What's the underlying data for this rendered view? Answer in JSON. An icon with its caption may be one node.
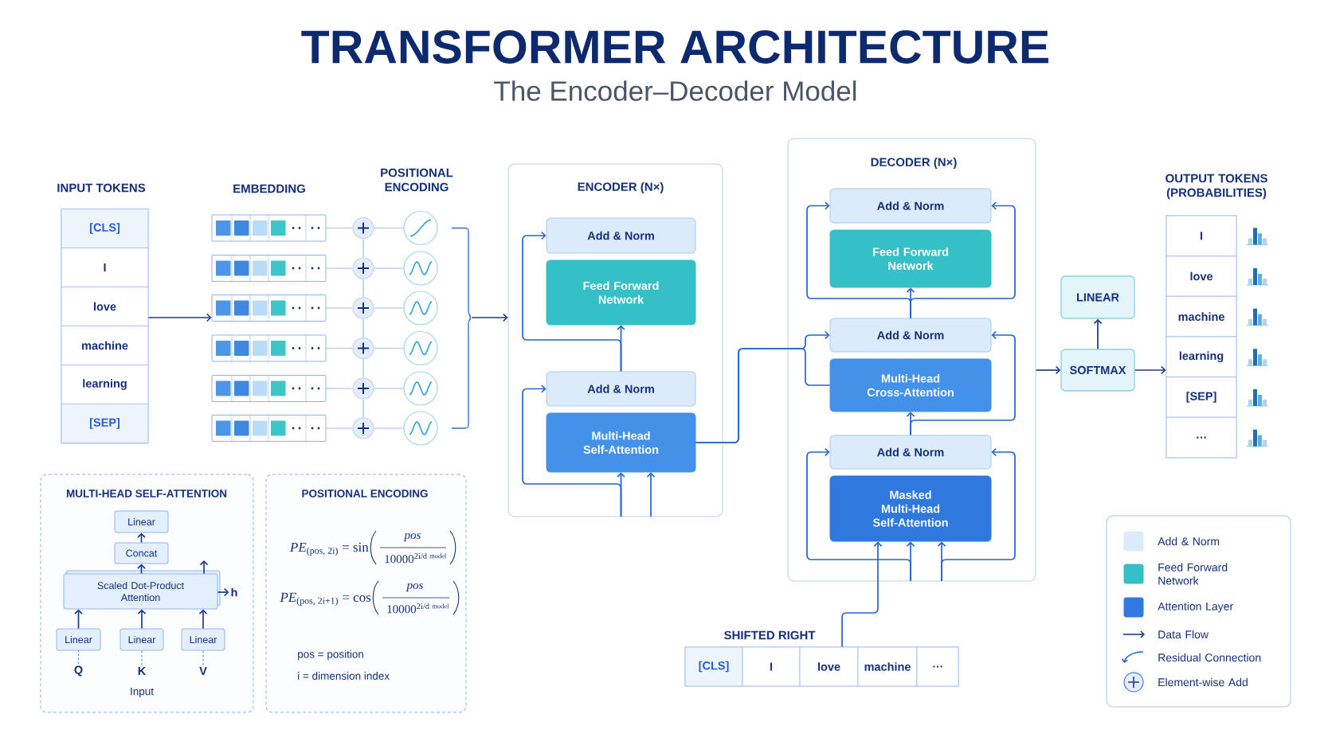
{
  "diagram": {
    "title": "TRANSFORMER ARCHITECTURE",
    "nodes": [
      {
        "text": [
          "INPUT TOKENS"
        ]
      },
      {
        "text": [
          "[CLS]"
        ],
        "in": 0
      },
      {
        "text": [
          "I"
        ],
        "in": 0
      },
      {
        "text": [
          "love"
        ],
        "in": 0
      },
      {
        "text": [
          "machine"
        ],
        "in": 0
      },
      {
        "text": [
          "learning"
        ],
        "in": 0
      },
      {
        "text": [
          "[SEP]"
        ],
        "in": 0
      },
      {
        "text": [],
        "shape": "bar"
      },
      {
        "text": [],
        "shape": "bar"
      },
      {
        "text": [],
        "shape": "bar"
      },
      {
        "text": [],
        "shape": "bar"
      },
      {
        "text": [],
        "shape": "bar"
      },
      {
        "text": [],
        "shape": "bar"
      },
      {
        "text": [],
        "shape": "circle"
      },
      {
        "text": [],
        "shape": "circle"
      },
      {
        "text": [],
        "shape": "circle"
      },
      {
        "text": [],
        "shape": "circle"
      },
      {
        "text": [],
        "shape": "circle"
      },
      {
        "text": [],
        "shape": "circle"
      },
      {
        "text": [],
        "shape": "circle"
      },
      {
        "text": [],
        "shape": "circle"
      },
      {
        "text": [],
        "shape": "circle"
      },
      {
        "text": [],
        "shape": "circle"
      },
      {
        "text": [],
        "shape": "circle"
      },
      {
        "text": [],
        "shape": "circle"
      },
      {
        "text": [],
        "shape": "bracket"
      },
      {
        "text": [
          "ENCODER (N×)"
        ]
      },
      {
        "text": [
          "Add & Norm"
        ],
        "in": 26
      },
      {
        "text": [
          "Feed Forward Network"
        ],
        "in": 26
      },
      {
        "text": [
          "Add & Norm"
        ],
        "in": 26
      },
      {
        "text": [
          "Multi-Head Self-Attention"
        ],
        "in": 26
      },
      {
        "text": [
          "DECODER (N×)"
        ]
      },
      {
        "text": [
          "Add & Norm"
        ],
        "in": 31
      },
      {
        "text": [
          "Feed Forward Network"
        ],
        "in": 31
      },
      {
        "text": [
          "Add & Norm"
        ],
        "in": 31
      },
      {
        "text": [
          "Multi-Head Cross-Attention"
        ],
        "in": 31
      },
      {
        "text": [
          "Add & Norm"
        ],
        "in": 31
      },
      {
        "text": [
          "Masked Multi-Head Self-Attention"
        ],
        "in": 31
      },
      {
        "text": [
          "LINEAR"
        ]
      },
      {
        "text": [
          "SOFTMAX"
        ]
      },
      {
        "text": [
          "OUTPUT TOKENS (PROBABILITIES)"
        ]
      },
      {
        "text": [
          "I"
        ],
        "in": 40
      },
      {
        "text": [
          "love"
        ],
        "in": 40
      },
      {
        "text": [
          "machine"
        ],
        "in": 40
      },
      {
        "text": [
          "learning"
        ],
        "in": 40
      },
      {
        "text": [
          "[SEP]"
        ],
        "in": 40
      },
      {
        "text": [
          "…"
        ],
        "in": 40
      },
      {
        "text": [
          "MULTI-HEAD SELF-ATTENTION",
          "Input"
        ]
      },
      {
        "text": [
          "Linear"
        ],
        "in": 47
      },
      {
        "text": [
          "Concat"
        ],
        "in": 47
      },
      {
        "text": [
          "Scaled Dot-Product Attention"
        ],
        "in": 47
      },
      {
        "text": [
          "h"
        ],
        "in": 47
      },
      {
        "text": [
          "Linear"
        ],
        "in": 47
      },
      {
        "text": [
          "Linear"
        ],
        "in": 47
      },
      {
        "text": [
          "Linear"
        ],
        "in": 47
      },
      {
        "text": [
          "Q"
        ],
        "in": 47
      },
      {
        "text": [
          "K"
        ],
        "in": 47
      },
      {
        "text": [
          "V"
        ],
        "in": 47
      },
      {
        "text": [
          "POSITIONAL ENCODING",
          "*PE*$_{(pos, 2i)}$ = sin",
          "pos",
          "10000$^{2i/d}$",
          "model",
          "*PE*$_{(pos, 2i+1)}$ = cos",
          "pos",
          "10000$^{2i/d}$",
          "model",
          "pos = position",
          "i = dimension index"
        ]
      },
      {
        "text": [
          "SHIFTED RIGHT"
        ]
      },
      {
        "text": [
          "[CLS]"
        ],
        "in": 59
      },
      {
        "text": [
          "I"
        ],
        "in": 59
      },
      {
        "text": [
          "love"
        ],
        "in": 59
      },
      {
        "text": [
          "machine"
        ],
        "in": 59
      },
      {
        "text": [
          "…"
        ],
        "in": 59
      }
    ],
    "edges": [
      {
        "from": 0,
        "to": 9,
        "arrow": "to",
        "color": "#1b3a8c"
      },
      {
        "from": 7,
        "to": 13,
        "arrow": "none",
        "color": "#bcd0ee"
      },
      {
        "from": 8,
        "to": 14,
        "arrow": "none",
        "color": "#bcd0ee"
      },
      {
        "from": 9,
        "to": 15,
        "arrow": "none",
        "color": "#bcd0ee"
      },
      {
        "from": 10,
        "to": 16,
        "arrow": "none",
        "color": "#bcd0ee"
      },
      {
        "from": 11,
        "to": 17,
        "arrow": "none",
        "color": "#bcd0ee"
      },
      {
        "from": 12,
        "to": 18,
        "arrow": "none",
        "color": "#bcd0ee"
      },
      {
        "from": 13,
        "to": 19,
        "arrow": "none",
        "color": "#bcd0ee"
      },
      {
        "from": 14,
        "to": 20,
        "arrow": "none",
        "color": "#bcd0ee"
      },
      {
        "from": 15,
        "to": 21,
        "arrow": "none",
        "color": "#bcd0ee"
      },
      {
        "from": 16,
        "to": 22,
        "arrow": "none",
        "color": "#bcd0ee"
      },
      {
        "from": 17,
        "to": 23,
        "arrow": "none",
        "color": "#bcd0ee"
      },
      {
        "from": 18,
        "to": 24,
        "arrow": "none",
        "color": "#bcd0ee"
      },
      {
        "from": 13,
        "to": 14,
        "arrow": "none",
        "color": "#bcd0ee"
      },
      {
        "from": 14,
        "to": 15,
        "arrow": "none",
        "color": "#bcd0ee"
      },
      {
        "from": 15,
        "to": 16,
        "arrow": "none",
        "color": "#bcd0ee"
      },
      {
        "from": 16,
        "to": 17,
        "arrow": "none",
        "color": "#bcd0ee"
      },
      {
        "from": 17,
        "to": 18,
        "arrow": "none",
        "color": "#bcd0ee"
      },
      {
        "from": 25,
        "to": 26,
        "arrow": "to",
        "color": "#1b3a8c"
      },
      {
        "from": 29,
        "to": 28,
        "arrow": "to",
        "color": "#2563d0"
      },
      {
        "from": 29,
        "to": 27,
        "arrow": "to",
        "color": "#2563d0"
      },
      {
        "from": null,
        "to": 30,
        "arrow": "to",
        "color": "#2563d0"
      },
      {
        "from": null,
        "to": 30,
        "arrow": "to",
        "color": "#2563d0"
      },
      {
        "from": null,
        "to": 29,
        "arrow": "to",
        "color": "#2563d0"
      },
      {
        "from": 30,
        "to": 35,
        "arrow": "none",
        "color": "#2563d0"
      },
      {
        "from": 30,
        "to": 34,
        "arrow": "to",
        "color": "#2563d0"
      },
      {
        "from": 34,
        "to": 33,
        "arrow": "to",
        "color": "#2563d0"
      },
      {
        "from": 34,
        "to": 32,
        "arrow": "to",
        "color": "#2563d0"
      },
      {
        "from": 34,
        "to": 32,
        "arrow": "to",
        "color": "#2563d0"
      },
      {
        "from": 36,
        "to": 35,
        "arrow": "to",
        "color": "#2563d0"
      },
      {
        "from": 36,
        "to": 34,
        "arrow": "to",
        "color": "#2563d0"
      },
      {
        "from": 59,
        "to": 37,
        "arrow": "to",
        "color": "#2563d0"
      },
      {
        "from": null,
        "to": 37,
        "arrow": "to",
        "color": "#2563d0"
      },
      {
        "from": null,
        "to": 37,
        "arrow": "to",
        "color": "#2563d0"
      },
      {
        "from": null,
        "to": 36,
        "arrow": "to",
        "color": "#2563d0"
      },
      {
        "from": null,
        "to": 36,
        "arrow": "to",
        "color": "#2563d0"
      },
      {
        "from": 31,
        "to": 39,
        "arrow": "to",
        "color": "#1b3a8c"
      },
      {
        "from": 39,
        "to": 38,
        "arrow": "to",
        "color": "#1b3a8c"
      },
      {
        "from": 39,
        "to": 40,
        "arrow": "to",
        "color": "#1b3a8c"
      },
      {
        "from": 49,
        "to": 48,
        "arrow": "to",
        "color": "#1b3a8c"
      },
      {
        "from": 50,
        "to": 49,
        "arrow": "to",
        "color": "#1b3a8c"
      },
      {
        "from": 50,
        "to": 51,
        "arrow": "to",
        "color": "#1b3a8c"
      },
      {
        "from": 50,
        "to": null,
        "arrow": "to",
        "color": "#1b3a8c"
      },
      {
        "from": 52,
        "to": 50,
        "arrow": "to",
        "color": "#1b3a8c"
      },
      {
        "from": 53,
        "to": 50,
        "arrow": "to",
        "color": "#1b3a8c"
      },
      {
        "from": 54,
        "to": 50,
        "arrow": "to",
        "color": "#1b3a8c"
      },
      {
        "from": 55,
        "to": 52,
        "arrow": "none",
        "style": "dashed",
        "color": "#6f9fe6"
      },
      {
        "from": 56,
        "to": 53,
        "arrow": "none",
        "style": "dashed",
        "color": "#6f9fe6"
      },
      {
        "from": 57,
        "to": 54,
        "arrow": "none",
        "style": "dashed",
        "color": "#6f9fe6"
      }
    ],
    "labels": [
      "The Encoder–Decoder Model",
      "EMBEDDING",
      "POSITIONAL ENCODING"
    ],
    "legend": [
      {
        "text": "Add & Norm",
        "color": "#dcebfb"
      },
      {
        "text": "Feed Forward Network",
        "color": "#34c0c6"
      },
      {
        "text": "Attention Layer",
        "color": "#2f7ae0"
      },
      {
        "text": "Data Flow"
      },
      {
        "text": "Residual Connection"
      },
      {
        "text": "Element-wise Add"
      }
    ]
  }
}
